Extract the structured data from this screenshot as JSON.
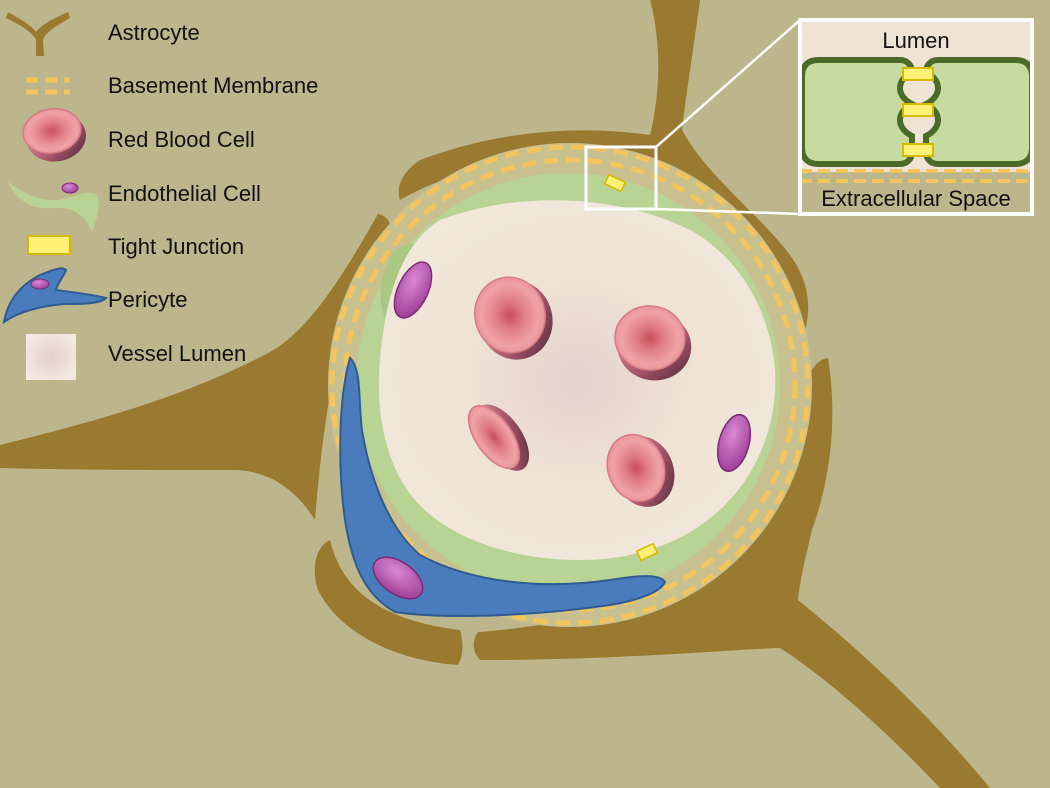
{
  "legend": {
    "items": [
      {
        "id": "astrocyte",
        "label": "Astrocyte"
      },
      {
        "id": "basement-membrane",
        "label": "Basement Membrane"
      },
      {
        "id": "red-blood-cell",
        "label": "Red Blood Cell"
      },
      {
        "id": "endothelial-cell",
        "label": "Endothelial Cell"
      },
      {
        "id": "tight-junction",
        "label": "Tight Junction"
      },
      {
        "id": "pericyte",
        "label": "Pericyte"
      },
      {
        "id": "vessel-lumen",
        "label": "Vessel Lumen"
      }
    ]
  },
  "inset": {
    "top_label": "Lumen",
    "bottom_label": "Extracellular Space"
  },
  "colors": {
    "background": "#bdb68c",
    "astrocyte": "#9a7a31",
    "basement_membrane": "#f3c55c",
    "endothelial": "#b9d394",
    "endothelial_inset": "#c6db9e",
    "endothelial_border": "#4c6a2a",
    "red_blood_cell": "#e58f95",
    "nucleus": "#b050a8",
    "tight_junction": "#fff176",
    "pericyte": "#4a7cbd",
    "lumen": "#efe3d6",
    "inset_frame": "#ffffff"
  }
}
